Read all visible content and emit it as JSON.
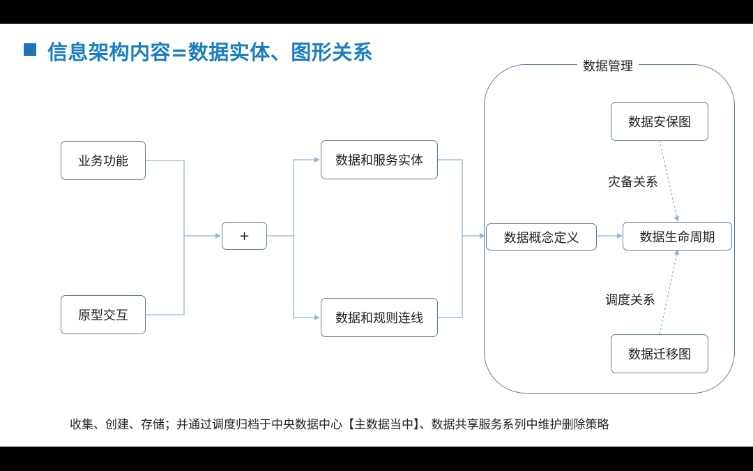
{
  "title": "信息架构内容=数据实体、图形关系",
  "nodes": {
    "business_function": "业务功能",
    "prototype_interaction": "原型交互",
    "plus": "+",
    "data_service_entity": "数据和服务实体",
    "data_rule_connection": "数据和规则连线",
    "data_concept_definition": "数据概念定义",
    "data_security_graph": "数据安保图",
    "data_lifecycle": "数据生命周期",
    "data_migration_graph": "数据迁移图"
  },
  "group": {
    "label": "数据管理"
  },
  "edge_labels": {
    "disaster_recovery": "灾备关系",
    "scheduling": "调度关系"
  },
  "footer": "收集、创建、存储；并通过调度归档于中央数据中心【主数据当中】、数据共享服务系列中维护删除策略",
  "colors": {
    "title": "#1a7fc1",
    "title_square": "#1f73b7",
    "node_border": "#5b7fa6",
    "connector": "#8fb3d6"
  }
}
